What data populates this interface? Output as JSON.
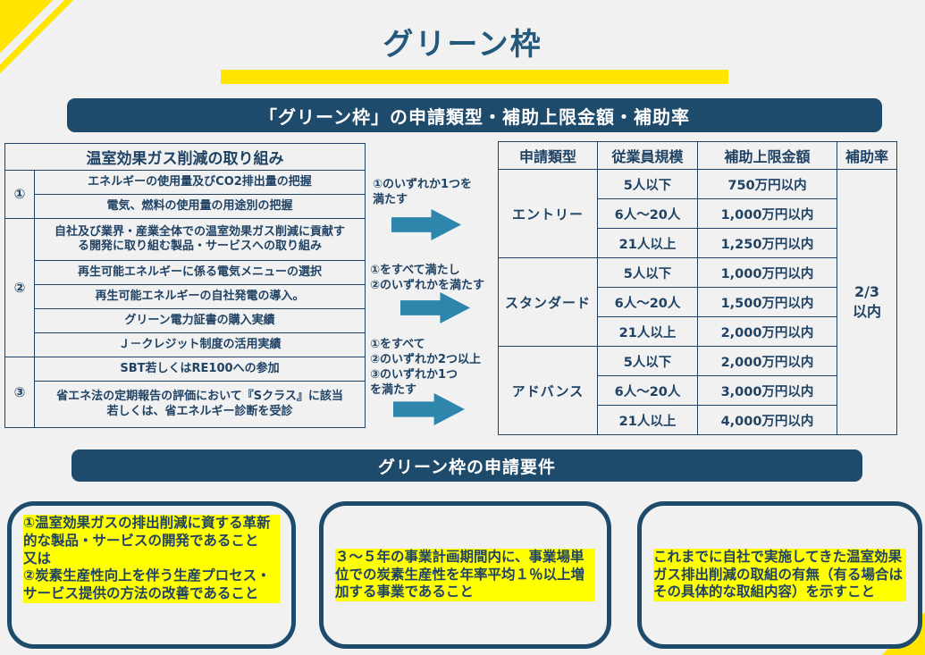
{
  "page": {
    "title": "グリーン枠",
    "colors": {
      "background": "#f0f1f0",
      "navy_bar": "#1e4a6b",
      "navy_text": "#1f4265",
      "accent_yellow": "#ffe500",
      "highlight_yellow": "#ffff00",
      "arrow_teal": "#2e86ad"
    }
  },
  "section1": {
    "header": "「グリーン枠」の申請類型・補助上限金額・補助率"
  },
  "left_table": {
    "title": "温室効果ガス削減の取り組み",
    "groups": [
      {
        "label": "①",
        "items": [
          "エネルギーの使用量及びCO2排出量の把握",
          "電気、燃料の使用量の用途別の把握"
        ]
      },
      {
        "label": "②",
        "items": [
          "自社及び業界・産業全体での温室効果ガス削減に貢献す\nる開発に取り組む製品・サービスへの取り組み",
          "再生可能エネルギーに係る電気メニューの選択",
          "再生可能エネルギーの自社発電の導入。",
          "グリーン電力証書の購入実績",
          "Ｊ－クレジット制度の活用実績"
        ]
      },
      {
        "label": "③",
        "items": [
          "SBT若しくはRE100への参加",
          "省エネ法の定期報告の評価において『Sクラス』に該当\n若しくは、省エネルギー診断を受診"
        ]
      }
    ]
  },
  "conditions": [
    {
      "text": "①のいずれか1つを\n満たす"
    },
    {
      "text": "①をすべて満たし\n②のいずれかを満たす"
    },
    {
      "text": "①をすべて\n②のいずれか2つ以上\n③のいずれか1つ\nを満たす"
    }
  ],
  "right_table": {
    "headers": [
      "申請類型",
      "従業員規模",
      "補助上限金額",
      "補助率"
    ],
    "types": [
      {
        "name": "エントリー",
        "rows": [
          {
            "size": "5人以下",
            "amount": "750万円以内"
          },
          {
            "size": "6人～20人",
            "amount": "1,000万円以内"
          },
          {
            "size": "21人以上",
            "amount": "1,250万円以内"
          }
        ]
      },
      {
        "name": "スタンダード",
        "rows": [
          {
            "size": "5人以下",
            "amount": "1,000万円以内"
          },
          {
            "size": "6人～20人",
            "amount": "1,500万円以内"
          },
          {
            "size": "21人以上",
            "amount": "2,000万円以内"
          }
        ]
      },
      {
        "name": "アドバンス",
        "rows": [
          {
            "size": "5人以下",
            "amount": "2,000万円以内"
          },
          {
            "size": "6人～20人",
            "amount": "3,000万円以内"
          },
          {
            "size": "21人以上",
            "amount": "4,000万円以内"
          }
        ]
      }
    ],
    "rate": "2/3\n以内"
  },
  "section2": {
    "header": "グリーン枠の申請要件",
    "requirements": [
      "①温室効果ガスの排出削減に資する革新的な製品・サービスの開発であること\n又は\n②炭素生産性向上を伴う生産プロセス・サービス提供の方法の改善であること",
      "３～５年の事業計画期間内に、事業場単位での炭素生産性を年率平均１％以上増加する事業であること",
      "これまでに自社で実施してきた温室効果ガス排出削減の取組の有無（有る場合はその具体的な取組内容）を示すこと"
    ]
  }
}
